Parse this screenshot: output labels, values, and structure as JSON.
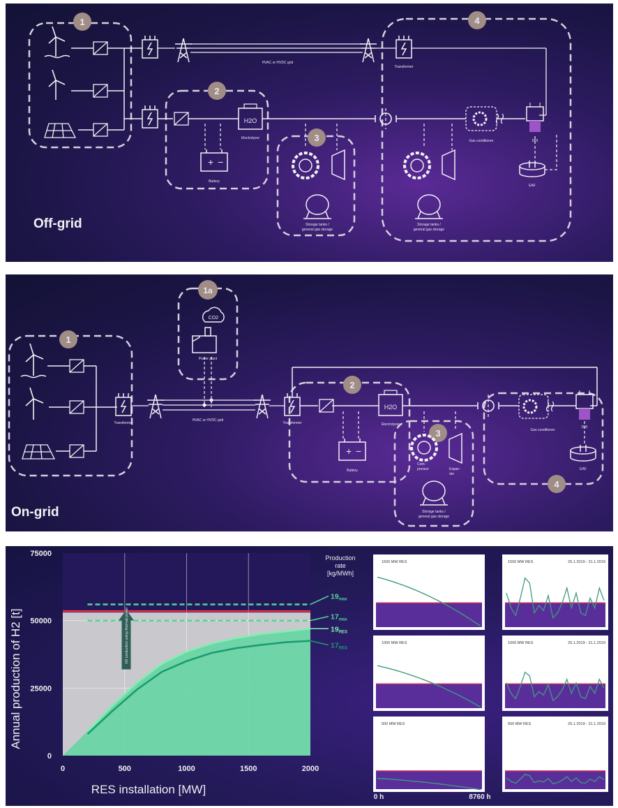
{
  "offgrid": {
    "title": "Off-grid",
    "badges": [
      "1",
      "2",
      "3",
      "4"
    ],
    "grid_label": "HVAC or HVDC grid",
    "transformer": "Transformer",
    "electrolyzer": "Electrolyzer",
    "battery": "Battery",
    "h2o": "H2O",
    "storage": [
      "Storage tanks /",
      "general gas storage"
    ],
    "gas_conditioner": "Gas conditioner",
    "dri": "DRI",
    "eaf": "EAF"
  },
  "ongrid": {
    "title": "On-grid",
    "badges": [
      "1",
      "1a",
      "2",
      "3",
      "4"
    ],
    "power_plant": "Power plant",
    "co2": "CO2",
    "grid_label": "HVAC or HVDC grid",
    "transformer": "Transformer",
    "electrolyzer": "Electrolyzer",
    "battery": "Battery",
    "h2o": "H2O",
    "compressor": [
      "Com-",
      "pressor"
    ],
    "expander": [
      "Expan-",
      "der"
    ],
    "storage": [
      "Storage tanks /",
      "general gas storage"
    ],
    "gas_conditioner": "Gas conditioner",
    "dri": "DRI",
    "eaf": "EAF"
  },
  "chart_data": [
    {
      "type": "area",
      "title": "",
      "xlabel": "RES installation [MW]",
      "ylabel": "Annual production of H2 [t]",
      "xlim": [
        0,
        2000
      ],
      "ylim": [
        0,
        75000
      ],
      "xticks": [
        "0",
        "500",
        "1000",
        "1500",
        "2000"
      ],
      "yticks": [
        "0",
        "25000",
        "50000",
        "75000"
      ],
      "grid": true,
      "legend_title": [
        "Production",
        "rate",
        "[kg/MWh]"
      ],
      "series": [
        {
          "name": "19max",
          "style": "dashed",
          "color": "#4fd89a",
          "x": [
            200,
            2000
          ],
          "y": [
            56000,
            56000
          ]
        },
        {
          "name": "17max",
          "style": "dashed",
          "color": "#4fd89a",
          "x": [
            200,
            2000
          ],
          "y": [
            50000,
            50000
          ]
        },
        {
          "name": "19RES",
          "style": "solid",
          "color": "#7ef0b0",
          "x": [
            200,
            400,
            600,
            800,
            1000,
            1200,
            1400,
            1600,
            1800,
            2000
          ],
          "y": [
            9000,
            18500,
            27000,
            34000,
            38500,
            41500,
            43500,
            45000,
            46000,
            47000
          ]
        },
        {
          "name": "17RES",
          "style": "solid",
          "color": "#1a9a70",
          "x": [
            200,
            400,
            600,
            800,
            1000,
            1200,
            1400,
            1600,
            1800,
            2000
          ],
          "y": [
            8000,
            16500,
            24500,
            31000,
            35000,
            38000,
            39800,
            41000,
            42000,
            42500
          ]
        }
      ],
      "red_line": 53500,
      "grey_region_top": 53000,
      "arrow_text": "H2 production using thermal power"
    }
  ],
  "small_charts": {
    "left": [
      {
        "label": "1500 MW RES"
      },
      {
        "label": "1000 MW RES"
      },
      {
        "label": "500 MW RES"
      }
    ],
    "right": [
      {
        "label": "1500 MW RES",
        "date": "25.1.2019 - 31.1.2019"
      },
      {
        "label": "1000 MW RES",
        "date": "25.1.2019 - 31.1.2019"
      },
      {
        "label": "500 MW RES",
        "date": "25.1.2019 - 31.1.2019"
      }
    ],
    "x_start": "0 h",
    "x_end": "8760 h"
  }
}
